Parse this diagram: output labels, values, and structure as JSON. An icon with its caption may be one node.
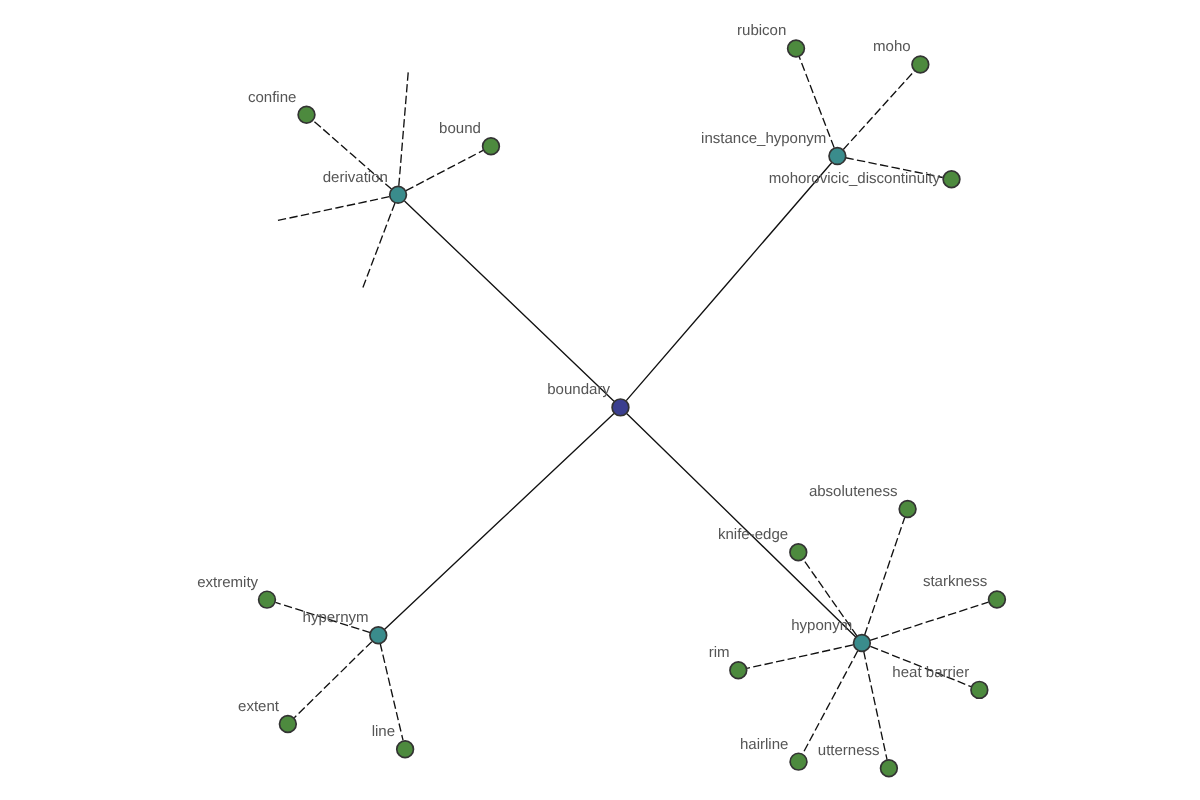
{
  "diagram": {
    "nodes": [
      {
        "text": [
          "rim"
        ]
      },
      {
        "text": [
          "starkness"
        ]
      },
      {
        "text": [
          "utterness"
        ]
      },
      {
        "text": [
          "absoluteness"
        ]
      },
      {
        "text": [
          "hyponym"
        ]
      },
      {
        "text": [
          "knife-edge"
        ]
      },
      {
        "text": [
          "hairline"
        ]
      },
      {
        "text": [
          "heat barrier"
        ]
      },
      {
        "text": [
          "extent"
        ]
      },
      {
        "text": [
          "hypernym"
        ]
      },
      {
        "text": [
          "line"
        ]
      },
      {
        "text": [
          "extremity"
        ]
      },
      {
        "text": [
          "boundary"
        ]
      },
      {
        "text": [
          "moho"
        ]
      },
      {
        "text": [
          "instance_hyponym"
        ]
      },
      {
        "text": [
          "mohorovicic_discontinuity"
        ]
      },
      {
        "text": [
          "bound"
        ]
      },
      {
        "text": [
          "derivation"
        ]
      },
      {
        "text": [
          "confine"
        ]
      },
      {
        "text": [
          "rubicon"
        ]
      }
    ],
    "edges": [
      {
        "from": 12,
        "to": 4,
        "arrow": "none"
      },
      {
        "from": 12,
        "to": 9,
        "arrow": "none"
      },
      {
        "from": 12,
        "to": 14,
        "arrow": "none"
      },
      {
        "from": 12,
        "to": 17,
        "arrow": "none"
      },
      {
        "from": 4,
        "to": 0,
        "arrow": "none",
        "style": "dashed"
      },
      {
        "from": 4,
        "to": 1,
        "arrow": "none",
        "style": "dashed"
      },
      {
        "from": 4,
        "to": 2,
        "arrow": "none",
        "style": "dashed"
      },
      {
        "from": 4,
        "to": 3,
        "arrow": "none",
        "style": "dashed"
      },
      {
        "from": 4,
        "to": 5,
        "arrow": "none",
        "style": "dashed"
      },
      {
        "from": 4,
        "to": 6,
        "arrow": "none",
        "style": "dashed"
      },
      {
        "from": 4,
        "to": 7,
        "arrow": "none",
        "style": "dashed"
      },
      {
        "from": 9,
        "to": 8,
        "arrow": "none",
        "style": "dashed"
      },
      {
        "from": 9,
        "to": 10,
        "arrow": "none",
        "style": "dashed"
      },
      {
        "from": 9,
        "to": 11,
        "arrow": "none",
        "style": "dashed"
      },
      {
        "from": 14,
        "to": 13,
        "arrow": "none",
        "style": "dashed"
      },
      {
        "from": 14,
        "to": 15,
        "arrow": "none",
        "style": "dashed"
      },
      {
        "from": 14,
        "to": 19,
        "arrow": "none",
        "style": "dashed"
      },
      {
        "from": 17,
        "to": 16,
        "arrow": "none",
        "style": "dashed"
      },
      {
        "from": 17,
        "to": 18,
        "arrow": "none",
        "style": "dashed"
      },
      {
        "from": 17,
        "to": null,
        "arrow": "none",
        "style": "dashed"
      },
      {
        "from": 17,
        "to": null,
        "arrow": "none",
        "style": "dashed"
      },
      {
        "from": 17,
        "to": null,
        "arrow": "none",
        "style": "dashed"
      }
    ]
  }
}
